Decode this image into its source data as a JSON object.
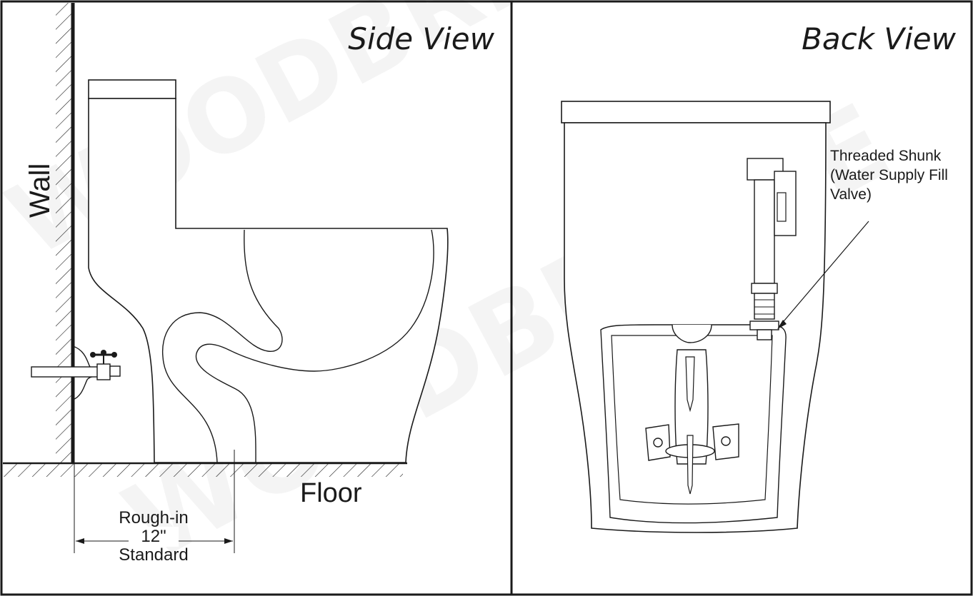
{
  "side_view": {
    "title": "Side View",
    "wall_label": "Wall",
    "floor_label": "Floor",
    "rough_in": {
      "line1": "Rough-in",
      "line2": "12\"",
      "line3": "Standard"
    }
  },
  "back_view": {
    "title": "Back View",
    "callout": "Threaded Shunk (Water Supply Fill Valve)"
  },
  "watermark": {
    "text": "WOODBRIDGE",
    "mark": "®"
  },
  "colors": {
    "line": "#1a1a1a",
    "background": "#ffffff",
    "wall": "#1a1a1a"
  }
}
